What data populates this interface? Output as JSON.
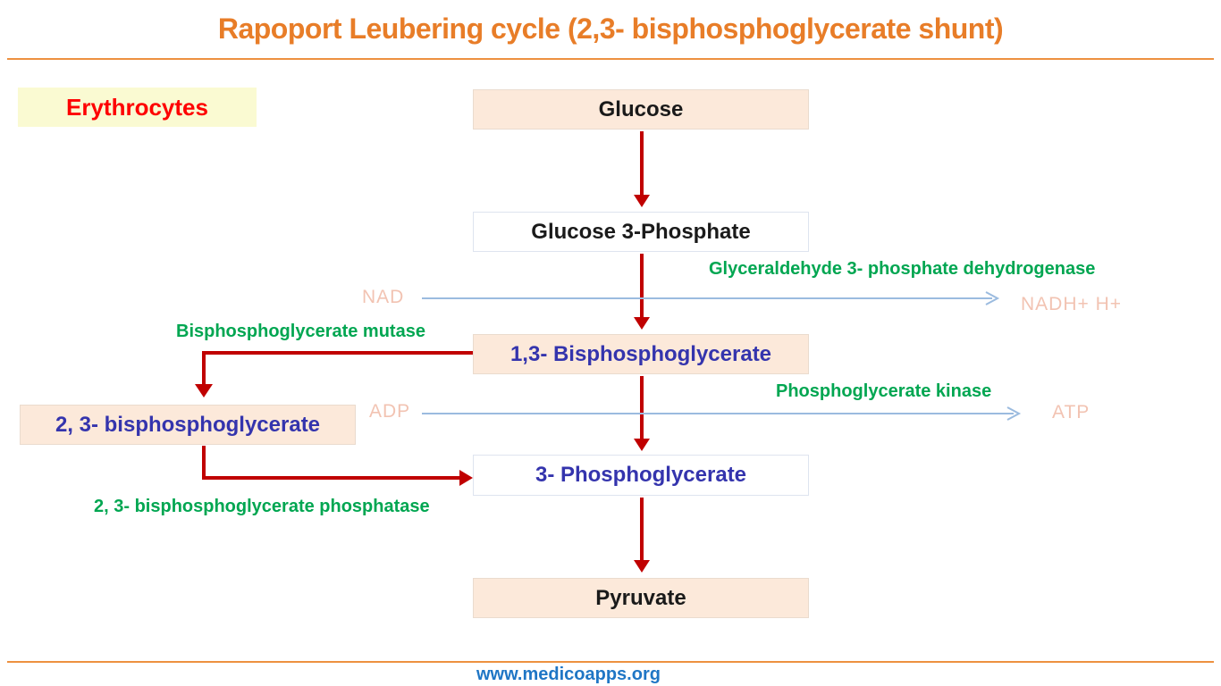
{
  "title": "Rapoport Leubering cycle (2,3- bisphosphoglycerate shunt)",
  "tissue_label": "Erythrocytes",
  "nodes": {
    "glucose": "Glucose",
    "glucose_3_phosphate": "Glucose 3-Phosphate",
    "bisphosphoglycerate_1_3": "1,3- Bisphosphoglycerate",
    "bisphosphoglycerate_2_3": "2, 3- bisphosphoglycerate",
    "phosphoglycerate_3": "3- Phosphoglycerate",
    "pyruvate": "Pyruvate"
  },
  "enzymes": {
    "gapdh": "Glyceraldehyde 3- phosphate dehydrogenase",
    "mutase": "Bisphosphoglycerate mutase",
    "kinase": "Phosphoglycerate kinase",
    "phosphatase": "2, 3- bisphosphoglycerate phosphatase"
  },
  "cofactors": {
    "nad": "NAD",
    "nadh": "NADH+ H+",
    "adp": "ADP",
    "atp": "ATP"
  },
  "footer": {
    "url": "www.medicoapps.org"
  },
  "colors": {
    "title-orange": "#e87d28",
    "rule-orange": "#ed9140",
    "arrow-red": "#c00000",
    "enzyme-green": "#00a651",
    "node-blue": "#3434ad",
    "node-peach": "#fce9da",
    "label-yellow": "#fafad2",
    "label-red": "#fe0000",
    "cofactor-pink": "#f2c3b2",
    "arrow-blue": "#9bbbdf",
    "footer-blue": "#1f76c5"
  }
}
